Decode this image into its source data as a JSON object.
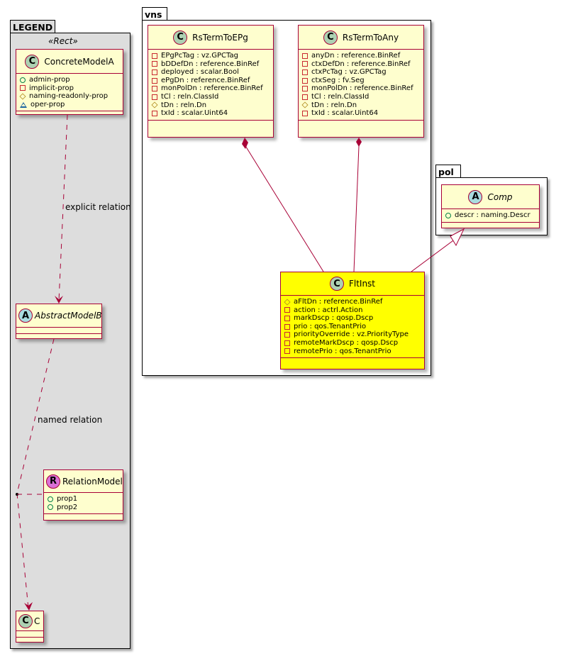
{
  "colors": {
    "class_fill": "#FEFECE",
    "class_border": "#A80036",
    "highlight_fill": "#FFFF00",
    "legend_fill": "#DDDDDD",
    "circle_class": "#ADD1B2",
    "circle_abstract": "#A9DCDF",
    "circle_relation": "#DA70D6"
  },
  "legend": {
    "title": "LEGEND",
    "stereotype": "«Rect»",
    "concrete": {
      "badge": "C",
      "name": "ConcreteModelA",
      "attrs": [
        {
          "vis": "public",
          "text": "admin-prop"
        },
        {
          "vis": "private",
          "text": "implicit-prop"
        },
        {
          "vis": "protected",
          "text": "naming-readonly-prop"
        },
        {
          "vis": "package",
          "text": "oper-prop"
        }
      ]
    },
    "abstract": {
      "badge": "A",
      "name": "AbstractModelB"
    },
    "relation_model": {
      "badge": "R",
      "name": "RelationModel",
      "attrs": [
        {
          "vis": "public",
          "text": "prop1"
        },
        {
          "vis": "public",
          "text": "prop2"
        }
      ]
    },
    "c_class": {
      "badge": "C",
      "name": "C"
    },
    "labels": {
      "explicit": "explicit relation",
      "named": "named relation"
    }
  },
  "packages": {
    "vns": {
      "title": "vns",
      "classes": {
        "rsTermToEPg": {
          "badge": "C",
          "name": "RsTermToEPg",
          "attrs": [
            {
              "vis": "private",
              "text": "EPgPcTag : vz.GPCTag"
            },
            {
              "vis": "private",
              "text": "bDDefDn : reference.BinRef"
            },
            {
              "vis": "private",
              "text": "deployed : scalar.Bool"
            },
            {
              "vis": "private",
              "text": "ePgDn : reference.BinRef"
            },
            {
              "vis": "private",
              "text": "monPolDn : reference.BinRef"
            },
            {
              "vis": "private",
              "text": "tCl : reln.ClassId"
            },
            {
              "vis": "protected",
              "text": "tDn : reln.Dn"
            },
            {
              "vis": "private",
              "text": "txId : scalar.Uint64"
            }
          ]
        },
        "rsTermToAny": {
          "badge": "C",
          "name": "RsTermToAny",
          "attrs": [
            {
              "vis": "private",
              "text": "anyDn : reference.BinRef"
            },
            {
              "vis": "private",
              "text": "ctxDefDn : reference.BinRef"
            },
            {
              "vis": "private",
              "text": "ctxPcTag : vz.GPCTag"
            },
            {
              "vis": "private",
              "text": "ctxSeg : fv.Seg"
            },
            {
              "vis": "private",
              "text": "monPolDn : reference.BinRef"
            },
            {
              "vis": "private",
              "text": "tCl : reln.ClassId"
            },
            {
              "vis": "protected",
              "text": "tDn : reln.Dn"
            },
            {
              "vis": "private",
              "text": "txId : scalar.Uint64"
            }
          ]
        },
        "fltInst": {
          "badge": "C",
          "name": "FltInst",
          "attrs": [
            {
              "vis": "protected",
              "text": "aFltDn : reference.BinRef"
            },
            {
              "vis": "private",
              "text": "action : actrl.Action"
            },
            {
              "vis": "private",
              "text": "markDscp : qosp.Dscp"
            },
            {
              "vis": "private",
              "text": "prio : qos.TenantPrio"
            },
            {
              "vis": "private",
              "text": "priorityOverride : vz.PriorityType"
            },
            {
              "vis": "private",
              "text": "remoteMarkDscp : qosp.Dscp"
            },
            {
              "vis": "private",
              "text": "remotePrio : qos.TenantPrio"
            }
          ]
        }
      }
    },
    "pol": {
      "title": "pol",
      "classes": {
        "comp": {
          "badge": "A",
          "name": "Comp",
          "attrs": [
            {
              "vis": "public",
              "text": "descr : naming.Descr"
            }
          ]
        }
      }
    }
  },
  "relations": [
    {
      "from": "RsTermToEPg",
      "to": "FltInst",
      "type": "composition"
    },
    {
      "from": "RsTermToAny",
      "to": "FltInst",
      "type": "composition"
    },
    {
      "from": "FltInst",
      "to": "Comp",
      "type": "inheritance"
    },
    {
      "from": "ConcreteModelA",
      "to": "AbstractModelB",
      "type": "dependency",
      "label": "explicit relation"
    },
    {
      "from": "AbstractModelB",
      "to": "C",
      "type": "dependency",
      "label": "named relation",
      "association_class": "RelationModel"
    }
  ]
}
